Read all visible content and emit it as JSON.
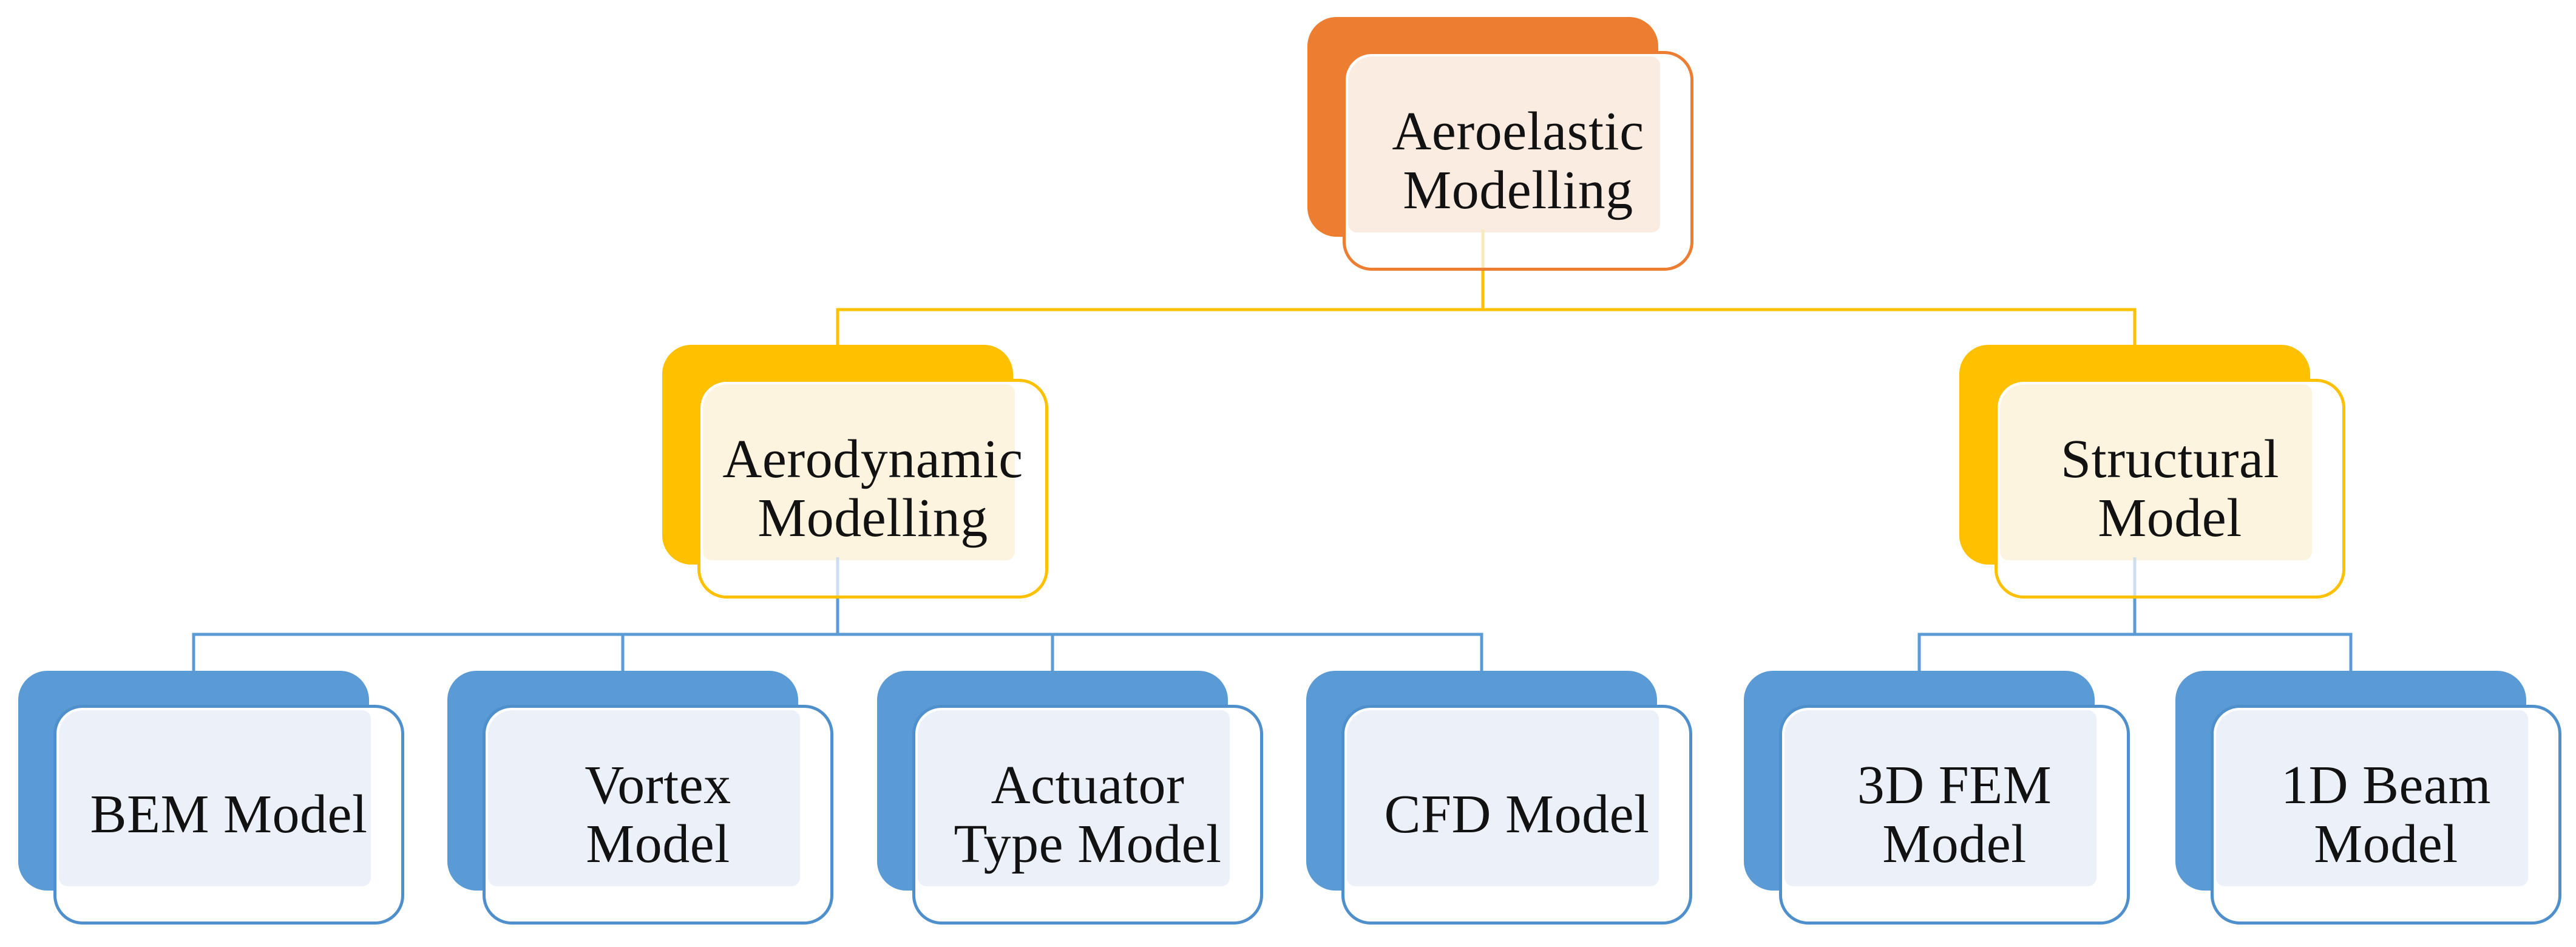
{
  "palette": {
    "root_accent": "#ED7D31",
    "root_tint": "#FBECE2",
    "branch_accent": "#FFC000",
    "branch_tint": "#FCF4DE",
    "leaf_accent": "#5B9BD5",
    "leaf_border": "#4E8FCC",
    "leaf_tint": "#ECF1F9",
    "connector_gold": "#FFC000",
    "connector_gold_pale": "#F9E9BD",
    "connector_blue": "#5B9BD5",
    "connector_blue_pale": "#CCDEF0",
    "text": "#121212",
    "background": "#FFFFFF"
  },
  "tree": {
    "root": {
      "label": "Aeroelastic\nModelling"
    },
    "branches": [
      {
        "label": "Aerodynamic\nModelling",
        "children": [
          {
            "label": "BEM Model"
          },
          {
            "label": "Vortex\nModel"
          },
          {
            "label": "Actuator\nType Model"
          },
          {
            "label": "CFD Model"
          }
        ]
      },
      {
        "label": "Structural\nModel",
        "children": [
          {
            "label": "3D FEM\nModel"
          },
          {
            "label": "1D Beam\nModel"
          }
        ]
      }
    ]
  }
}
